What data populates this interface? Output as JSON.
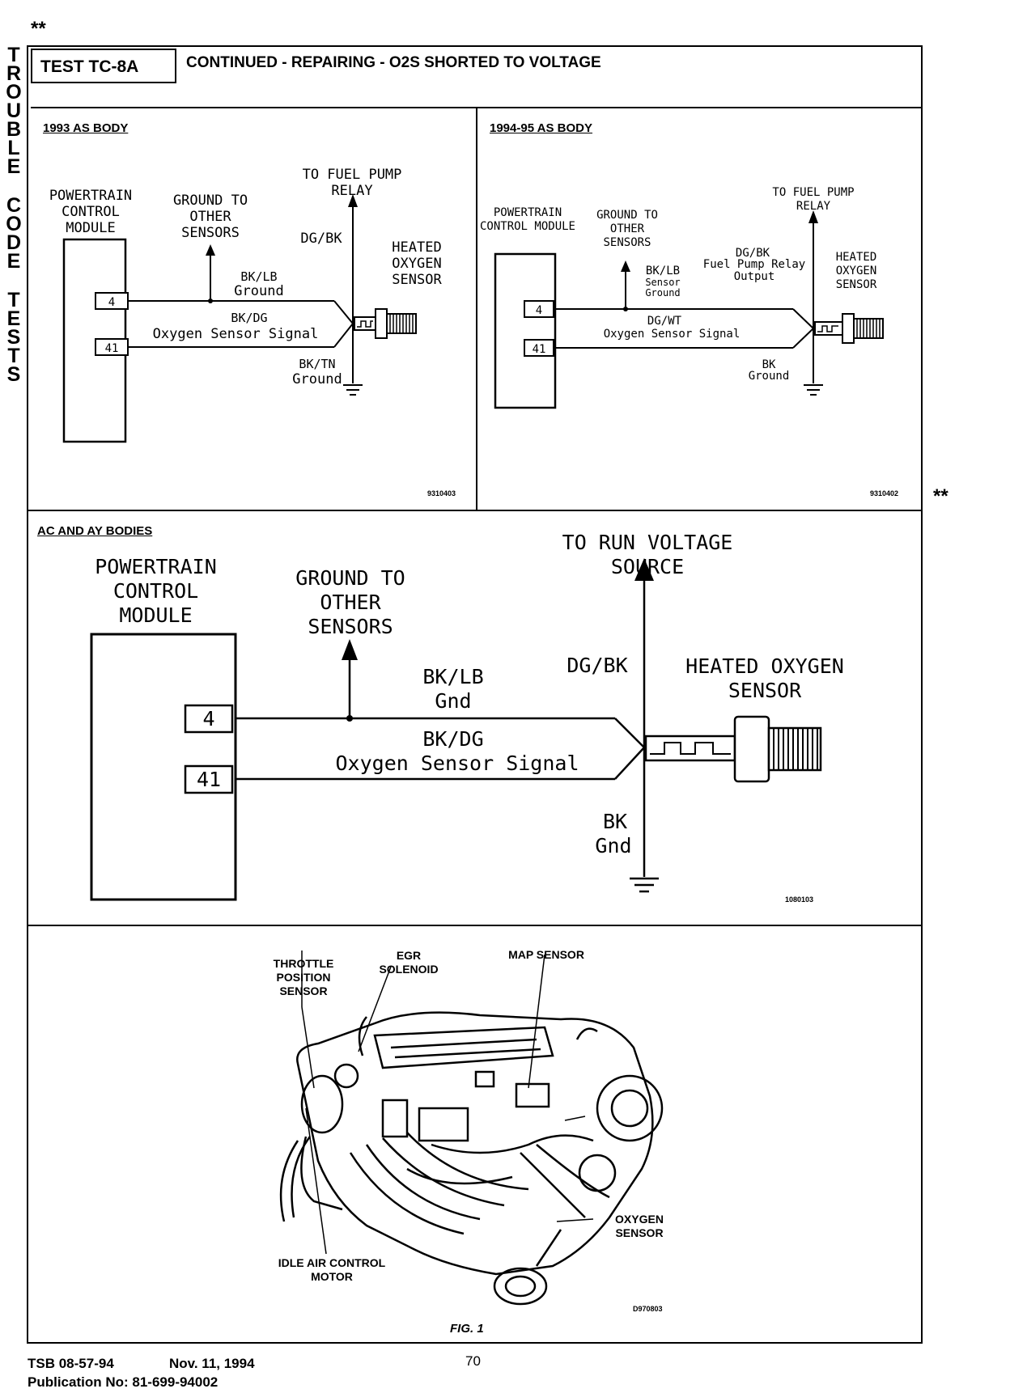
{
  "side_label": "TROUBLE CODE TESTS",
  "stars": "**",
  "header": {
    "test_id": "TEST TC-8A",
    "title": "CONTINUED - REPAIRING - O2S SHORTED TO VOLTAGE"
  },
  "panel_1993": {
    "heading": "1993 AS BODY",
    "pcm": "POWERTRAIN CONTROL MODULE",
    "ground_other": "GROUND TO OTHER SENSORS",
    "fuel_relay": "TO FUEL PUMP RELAY",
    "dgbk": "DG/BK",
    "sensor": "HEATED OXYGEN SENSOR",
    "pin4": "4",
    "pin41": "41",
    "bklb": "BK/LB",
    "ground": "Ground",
    "bkdg": "BK/DG",
    "signal": "Oxygen Sensor Signal",
    "bktn": "BK/TN",
    "ground2": "Ground",
    "fig_id": "9310403"
  },
  "panel_1994": {
    "heading": "1994-95 AS BODY",
    "pcm": "POWERTRAIN CONTROL MODULE",
    "ground_other": "GROUND TO OTHER SENSORS",
    "fuel_relay": "TO FUEL PUMP RELAY",
    "dgbk": "DG/BK",
    "relay_output": "Fuel Pump Relay Output",
    "sensor": "HEATED OXYGEN SENSOR",
    "pin4": "4",
    "pin41": "41",
    "bklb": "BK/LB",
    "sensor_ground": "Sensor Ground",
    "dgwt": "DG/WT",
    "signal": "Oxygen Sensor Signal",
    "bk": "BK",
    "ground": "Ground",
    "fig_id": "9310402"
  },
  "panel_ac": {
    "heading": "AC AND AY BODIES",
    "pcm": "POWERTRAIN CONTROL MODULE",
    "ground_other": "GROUND TO OTHER SENSORS",
    "run_voltage": "TO RUN VOLTAGE SOURCE",
    "dgbk": "DG/BK",
    "sensor": "HEATED OXYGEN SENSOR",
    "pin4": "4",
    "pin41": "41",
    "bklb": "BK/LB",
    "gnd": "Gnd",
    "bkdg": "BK/DG",
    "signal": "Oxygen Sensor Signal",
    "bk": "BK",
    "gnd2": "Gnd",
    "fig_id": "1080103"
  },
  "engine": {
    "tps": "THROTTLE POSITION SENSOR",
    "egr": "EGR SOLENOID",
    "map": "MAP SENSOR",
    "oxygen": "OXYGEN SENSOR",
    "iac": "IDLE AIR CONTROL MOTOR",
    "fig_id": "D970803",
    "caption": "FIG. 1"
  },
  "footer": {
    "tsb": "TSB 08-57-94",
    "date": "Nov. 11, 1994",
    "page": "70",
    "publication": "Publication No: 81-699-94002"
  }
}
